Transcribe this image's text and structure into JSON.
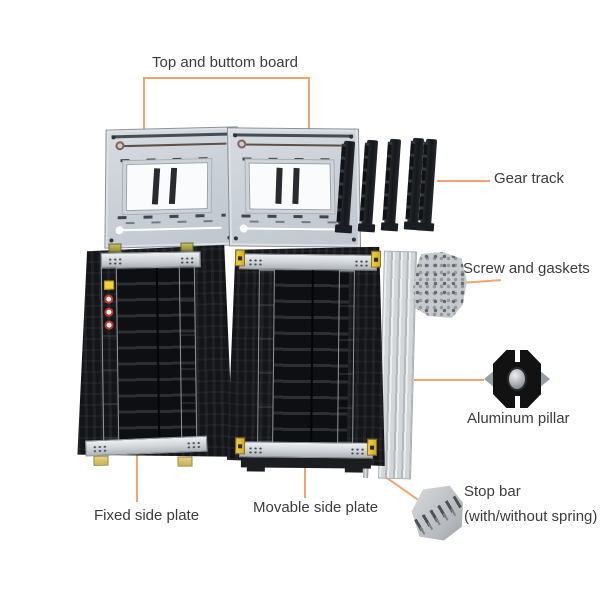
{
  "diagram": {
    "background": "#ffffff",
    "accent_line_color": "#f0a470",
    "label_text_color": "#3b3b3b"
  },
  "callouts": {
    "top_board": {
      "label": "Top and buttom board"
    },
    "gear_track": {
      "label": "Gear track"
    },
    "screw_gaskets": {
      "label": "Screw and gaskets"
    },
    "aluminum_pillar": {
      "label": "Aluminum pillar"
    },
    "stop_bar": {
      "label_line1": "Stop bar",
      "label_line2": "(with/without spring)"
    },
    "fixed_side_plate": {
      "label": "Fixed side plate"
    },
    "movable_side_plate": {
      "label": "Movable side plate"
    }
  },
  "parts_pictured": [
    "top-board-left",
    "top-board-right",
    "gear-track-1",
    "gear-track-2",
    "gear-track-3",
    "gear-track-4",
    "gear-track-5",
    "stop-bar-rod",
    "aluminum-pillar-bundle",
    "screw-gasket-bag",
    "aluminum-pillar-cross-section",
    "stop-bar-hex-block",
    "fixed-side-plate",
    "movable-side-plate"
  ]
}
